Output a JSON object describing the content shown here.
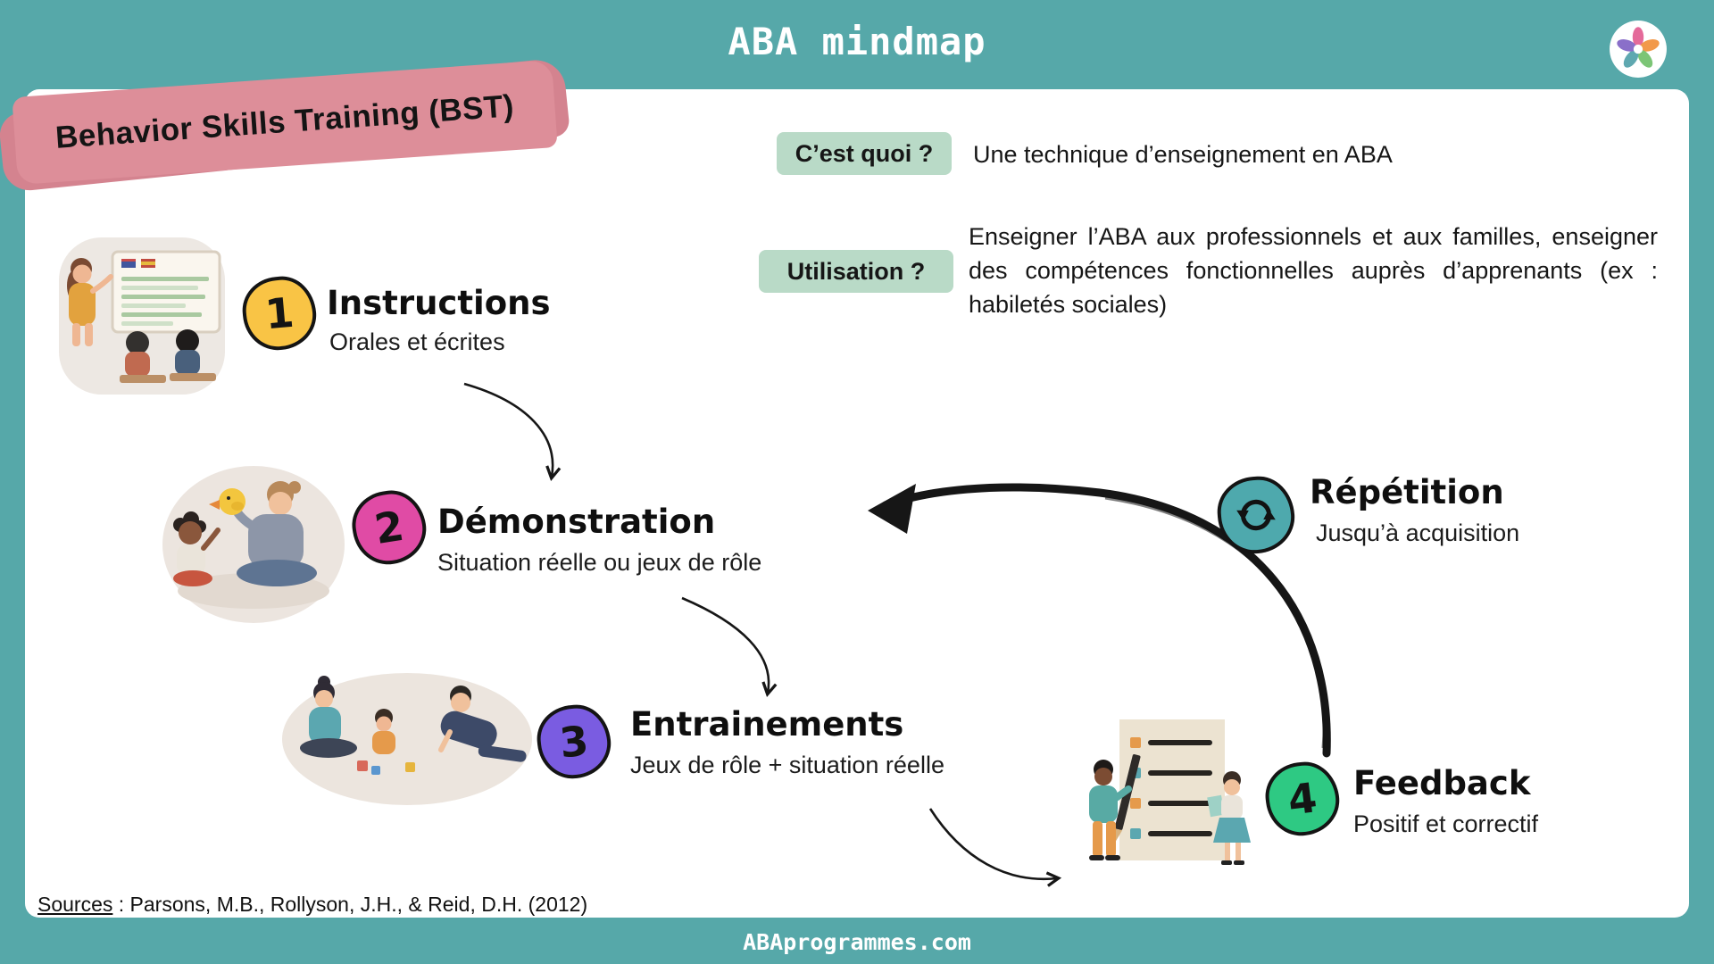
{
  "header": {
    "title": "ABA mindmap"
  },
  "logo": {
    "icon": "star-logo"
  },
  "banner": {
    "text": "Behavior Skills Training (BST)"
  },
  "qa": {
    "what": {
      "label": "C’est quoi ?",
      "answer": "Une technique d’enseignement en ABA"
    },
    "usage": {
      "label": "Utilisation ?",
      "answer": "Enseigner l’ABA aux professionnels et aux familles, enseigner des compétences fonctionnelles auprès d’apprenants (ex : habiletés sociales)"
    }
  },
  "steps": [
    {
      "number": "1",
      "title": "Instructions",
      "subtitle": "Orales et écrites",
      "color": "#f9c445",
      "illustration": "classroom-teaching"
    },
    {
      "number": "2",
      "title": "Démonstration",
      "subtitle": "Situation réelle ou jeux de rôle",
      "color": "#e04ba5",
      "illustration": "adult-child-duck-puppet"
    },
    {
      "number": "3",
      "title": "Entrainements",
      "subtitle": "Jeux de rôle + situation réelle",
      "color": "#7a5ce1",
      "illustration": "family-floor-play"
    },
    {
      "number": "4",
      "title": "Feedback",
      "subtitle": "Positif et correctif",
      "color": "#2ec983",
      "illustration": "people-giant-checklist"
    }
  ],
  "repetition": {
    "title": "Répétition",
    "subtitle": "Jusqu’à acquisition",
    "color": "#4ea9ad",
    "icon": "cycle-arrows"
  },
  "sources": {
    "label": "Sources",
    "text": " : Parsons, M.B., Rollyson, J.H., & Reid, D.H. (2012)"
  },
  "footer": {
    "site": "ABAprogrammes.com"
  },
  "colors": {
    "frame": "#56a8a9",
    "card": "#ffffff",
    "label_bg": "#b9dac7",
    "banner_pink": "#dd8e99",
    "ink": "#161616"
  }
}
